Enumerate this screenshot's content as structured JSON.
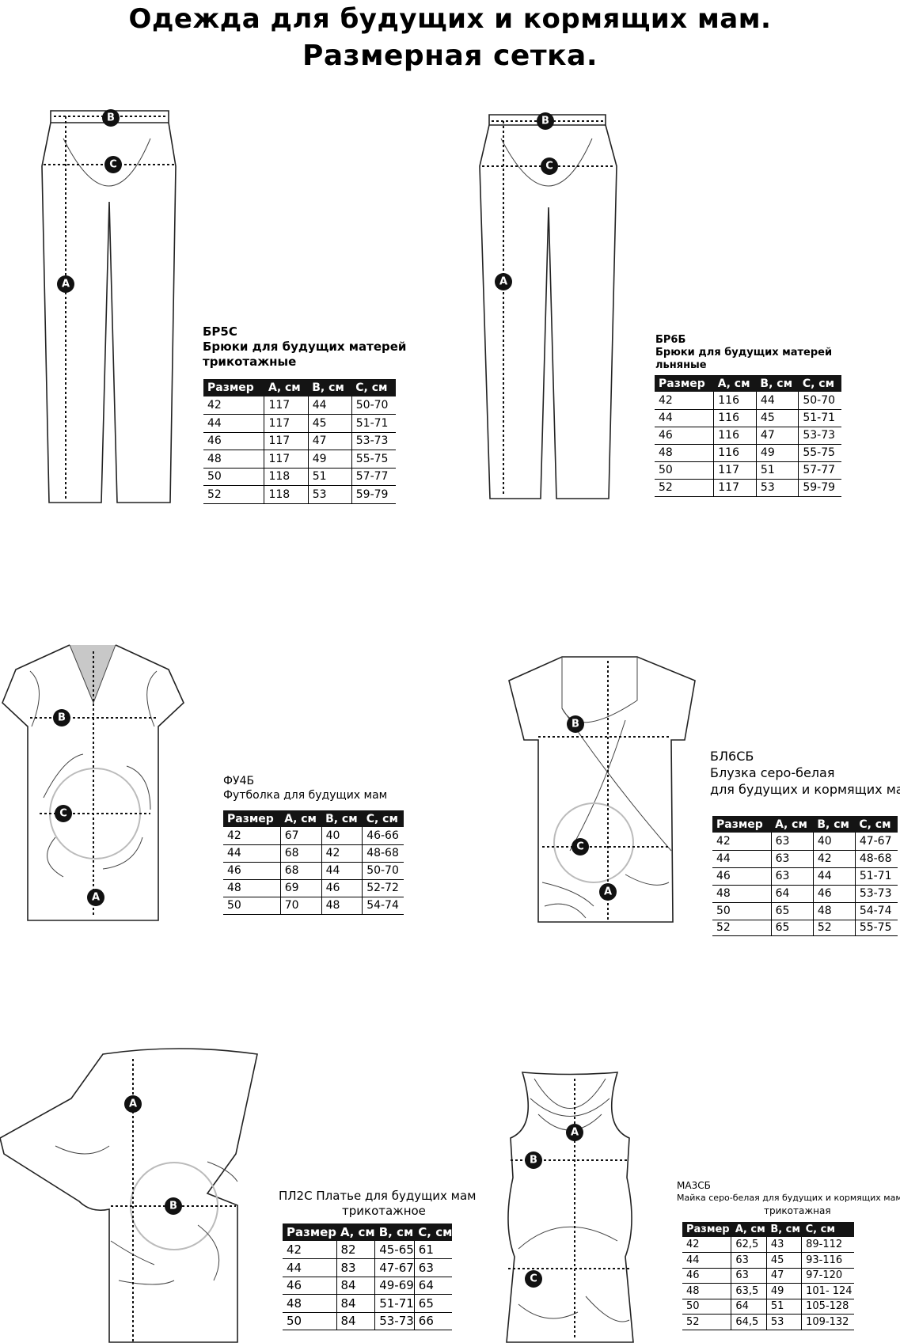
{
  "header": {
    "title": "Одежда для будущих и кормящих мам.",
    "subtitle": "Размерная сетка."
  },
  "markers": {
    "a": "A",
    "b": "B",
    "c": "C"
  },
  "columns4": [
    "Размер",
    "А, см",
    "В, см",
    "С, см"
  ],
  "products": {
    "br5s": {
      "code": "БР5С",
      "name": "Брюки для будущих матерей трикотажные",
      "rows": [
        [
          "42",
          "117",
          "44",
          "50-70"
        ],
        [
          "44",
          "117",
          "45",
          "51-71"
        ],
        [
          "46",
          "117",
          "47",
          "53-73"
        ],
        [
          "48",
          "117",
          "49",
          "55-75"
        ],
        [
          "50",
          "118",
          "51",
          "57-77"
        ],
        [
          "52",
          "118",
          "53",
          "59-79"
        ]
      ]
    },
    "br6b": {
      "code": "БР6Б",
      "name": "Брюки для будущих матерей льняные",
      "rows": [
        [
          "42",
          "116",
          "44",
          "50-70"
        ],
        [
          "44",
          "116",
          "45",
          "51-71"
        ],
        [
          "46",
          "116",
          "47",
          "53-73"
        ],
        [
          "48",
          "116",
          "49",
          "55-75"
        ],
        [
          "50",
          "117",
          "51",
          "57-77"
        ],
        [
          "52",
          "117",
          "53",
          "59-79"
        ]
      ]
    },
    "fu4b": {
      "code": "ФУ4Б",
      "name": "Футболка для будущих мам",
      "rows": [
        [
          "42",
          "67",
          "40",
          "46-66"
        ],
        [
          "44",
          "68",
          "42",
          "48-68"
        ],
        [
          "46",
          "68",
          "44",
          "50-70"
        ],
        [
          "48",
          "69",
          "46",
          "52-72"
        ],
        [
          "50",
          "70",
          "48",
          "54-74"
        ]
      ]
    },
    "bl6sb": {
      "code": "БЛ6СБ",
      "name_line1": "Блузка серо-белая",
      "name_line2": "для будущих и кормящих мам",
      "rows": [
        [
          "42",
          "63",
          "40",
          "47-67"
        ],
        [
          "44",
          "63",
          "42",
          "48-68"
        ],
        [
          "46",
          "63",
          "44",
          "51-71"
        ],
        [
          "48",
          "64",
          "46",
          "53-73"
        ],
        [
          "50",
          "65",
          "48",
          "54-74"
        ],
        [
          "52",
          "65",
          "52",
          "55-75"
        ]
      ]
    },
    "pl2s": {
      "name_line1": "ПЛ2С Платье для будущих мам",
      "name_line2": "трикотажное",
      "rows": [
        [
          "42",
          "82",
          "45-65",
          "61"
        ],
        [
          "44",
          "83",
          "47-67",
          "63"
        ],
        [
          "46",
          "84",
          "49-69",
          "64"
        ],
        [
          "48",
          "84",
          "51-71",
          "65"
        ],
        [
          "50",
          "84",
          "53-73",
          "66"
        ]
      ]
    },
    "ma3sb": {
      "code": "МА3СБ",
      "name_line1": "Майка серо-белая для будущих и кормящих мам",
      "name_line2": "трикотажная",
      "rows": [
        [
          "42",
          "62,5",
          "43",
          "89-112"
        ],
        [
          "44",
          "63",
          "45",
          "93-116"
        ],
        [
          "46",
          "63",
          "47",
          "97-120"
        ],
        [
          "48",
          "63,5",
          "49",
          "101- 124"
        ],
        [
          "50",
          "64",
          "51",
          "105-128"
        ],
        [
          "52",
          "64,5",
          "53",
          "109-132"
        ]
      ]
    }
  }
}
